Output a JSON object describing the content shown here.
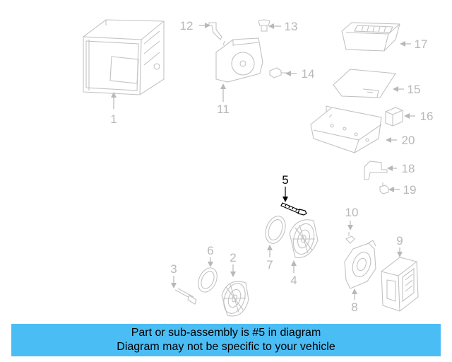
{
  "diagram": {
    "highlight_color": "#000000",
    "part_color": "#c2c2c2",
    "callouts": [
      {
        "id": "1",
        "label": "1",
        "highlighted": false
      },
      {
        "id": "2",
        "label": "2",
        "highlighted": false
      },
      {
        "id": "3",
        "label": "3",
        "highlighted": false
      },
      {
        "id": "4",
        "label": "4",
        "highlighted": false
      },
      {
        "id": "5",
        "label": "5",
        "highlighted": true
      },
      {
        "id": "6",
        "label": "6",
        "highlighted": false
      },
      {
        "id": "7",
        "label": "7",
        "highlighted": false
      },
      {
        "id": "8",
        "label": "8",
        "highlighted": false
      },
      {
        "id": "9",
        "label": "9",
        "highlighted": false
      },
      {
        "id": "10",
        "label": "10",
        "highlighted": false
      },
      {
        "id": "11",
        "label": "11",
        "highlighted": false
      },
      {
        "id": "12",
        "label": "12",
        "highlighted": false
      },
      {
        "id": "13",
        "label": "13",
        "highlighted": false
      },
      {
        "id": "14",
        "label": "14",
        "highlighted": false
      },
      {
        "id": "15",
        "label": "15",
        "highlighted": false
      },
      {
        "id": "16",
        "label": "16",
        "highlighted": false
      },
      {
        "id": "17",
        "label": "17",
        "highlighted": false
      },
      {
        "id": "18",
        "label": "18",
        "highlighted": false
      },
      {
        "id": "19",
        "label": "19",
        "highlighted": false
      },
      {
        "id": "20",
        "label": "20",
        "highlighted": false
      }
    ]
  },
  "banner": {
    "background": "#4bbdf5",
    "line1": "Part or sub-assembly is #5 in diagram",
    "line2": "Diagram may not be specific to your vehicle"
  }
}
